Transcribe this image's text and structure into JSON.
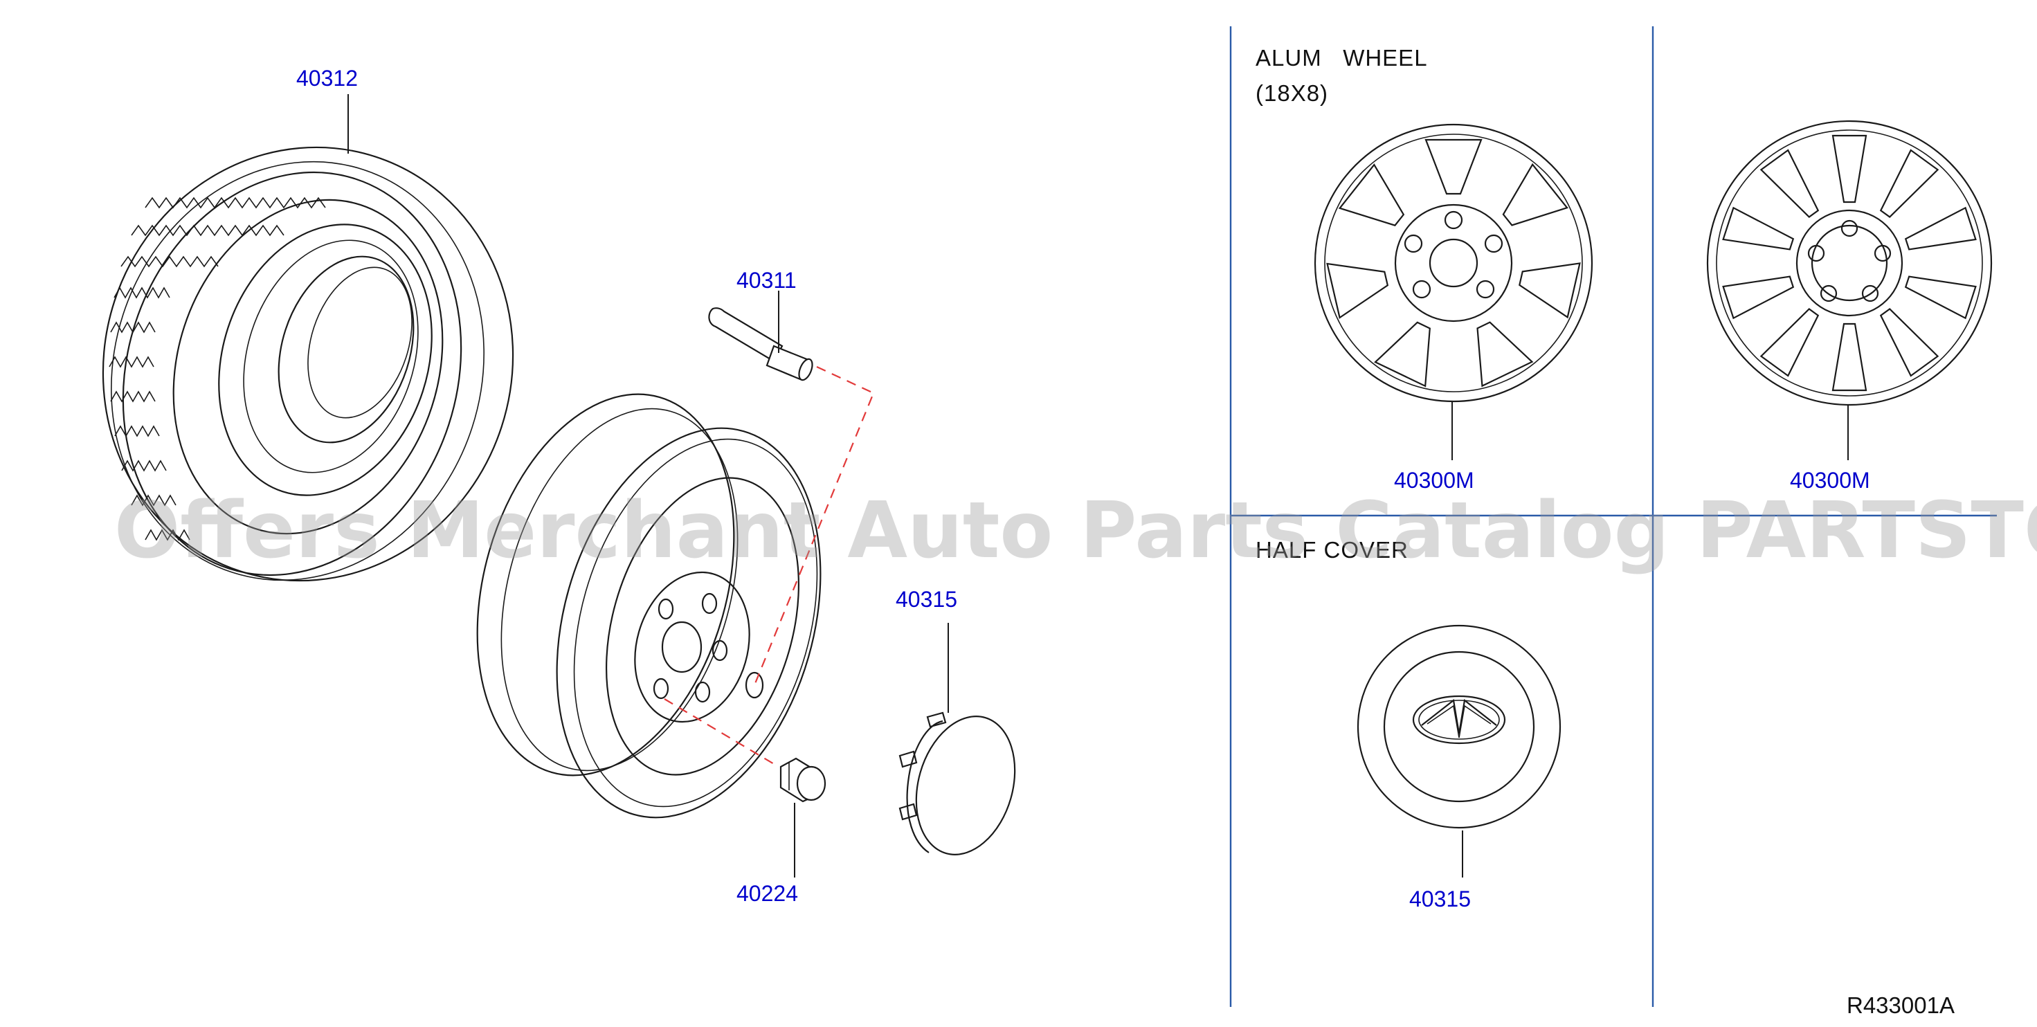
{
  "parts": {
    "tire": "40312",
    "valve": "40311",
    "hub_cap": "40315",
    "nut": "40224",
    "alum_wheel_1": "40300M",
    "alum_wheel_2": "40300M",
    "center_cover": "40315"
  },
  "notes": {
    "alum_wheel_line1": "ALUM   WHEEL",
    "alum_wheel_line2": "(18X8)",
    "half_cover": "HALF COVER"
  },
  "reference_code": "R433001A",
  "watermark": "Offers Merchant Auto Parts Catalog PARTSTORE.SA",
  "colors": {
    "part_number": "#0000cc",
    "divider": "#2a5aa8",
    "dashed_guide": "#e23a3a",
    "line": "#1a1a1a"
  }
}
